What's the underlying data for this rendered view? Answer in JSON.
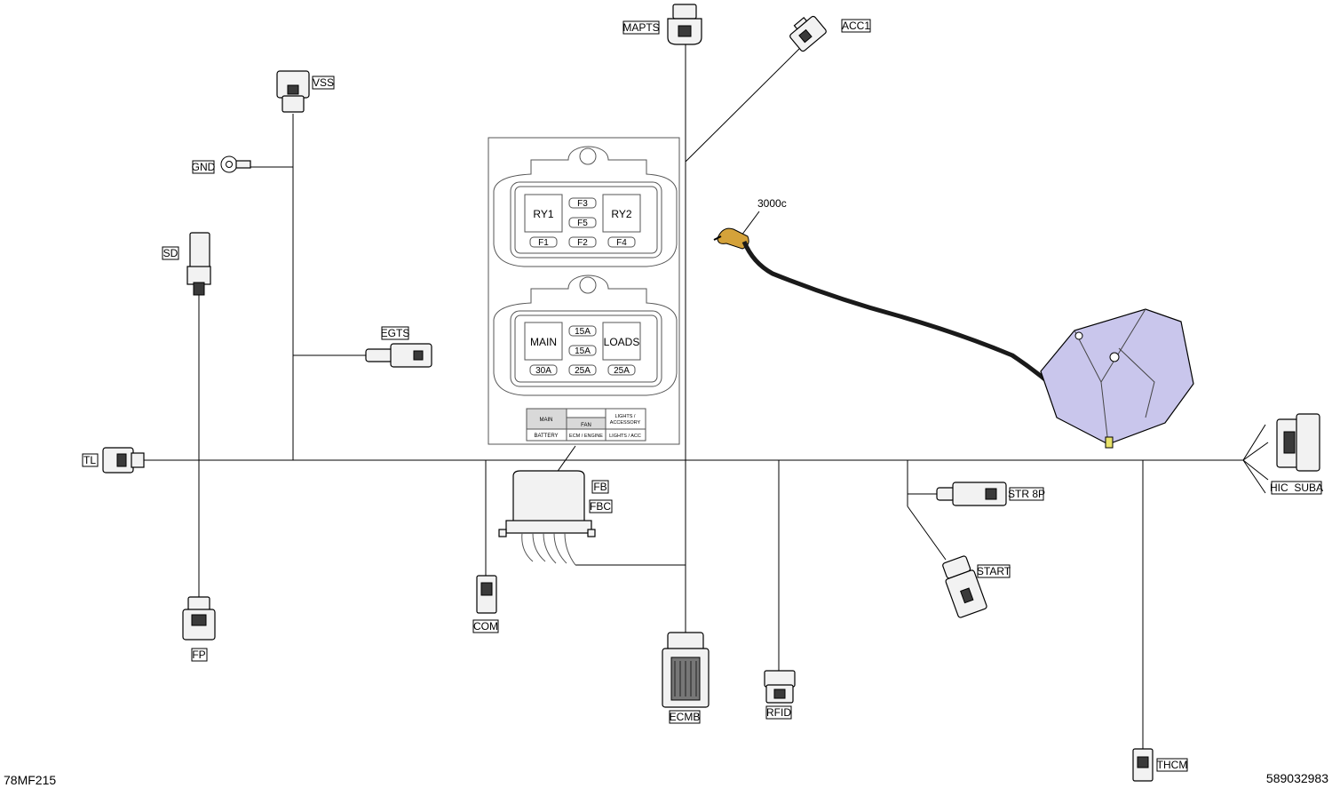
{
  "connectors": {
    "mapts": "MAPTS",
    "acc1": "ACC1",
    "vss": "VSS",
    "gnd": "GND",
    "sd": "SD",
    "egts": "EGTS",
    "tl": "TL",
    "fb": "FB",
    "fbc": "FBC",
    "str8p": "STR 8P",
    "start": "START",
    "hic_suba": "HIC  SUBA",
    "com": "COM",
    "fp": "FP",
    "ecmb": "ECMB",
    "rfid": "RFID",
    "thcm": "THCM"
  },
  "ground_wire_label": "3000c",
  "fuse_box": {
    "top_block": {
      "relay_left": "RY1",
      "relay_right": "RY2",
      "fuses": [
        "F3",
        "F5",
        "F1",
        "F2",
        "F4"
      ]
    },
    "bottom_block": {
      "relay_left": "MAIN",
      "relay_right": "LOADS",
      "fuses": [
        "15A",
        "15A",
        "30A",
        "25A",
        "25A"
      ]
    },
    "legend": {
      "main": "MAIN",
      "fan": "FAN",
      "lights_accessory_1": "LIGHTS /",
      "lights_accessory_2": "ACCESSORY",
      "battery": "BATTERY",
      "ecm_engine": "ECM / ENGINE",
      "lights_acc": "LIGHTS / ACC"
    }
  },
  "footer": {
    "left_code": "78MF215",
    "right_code": "589032983"
  },
  "colors": {
    "ecm_module": "#c9c6ec",
    "ground_lug": "#d4a23a"
  }
}
